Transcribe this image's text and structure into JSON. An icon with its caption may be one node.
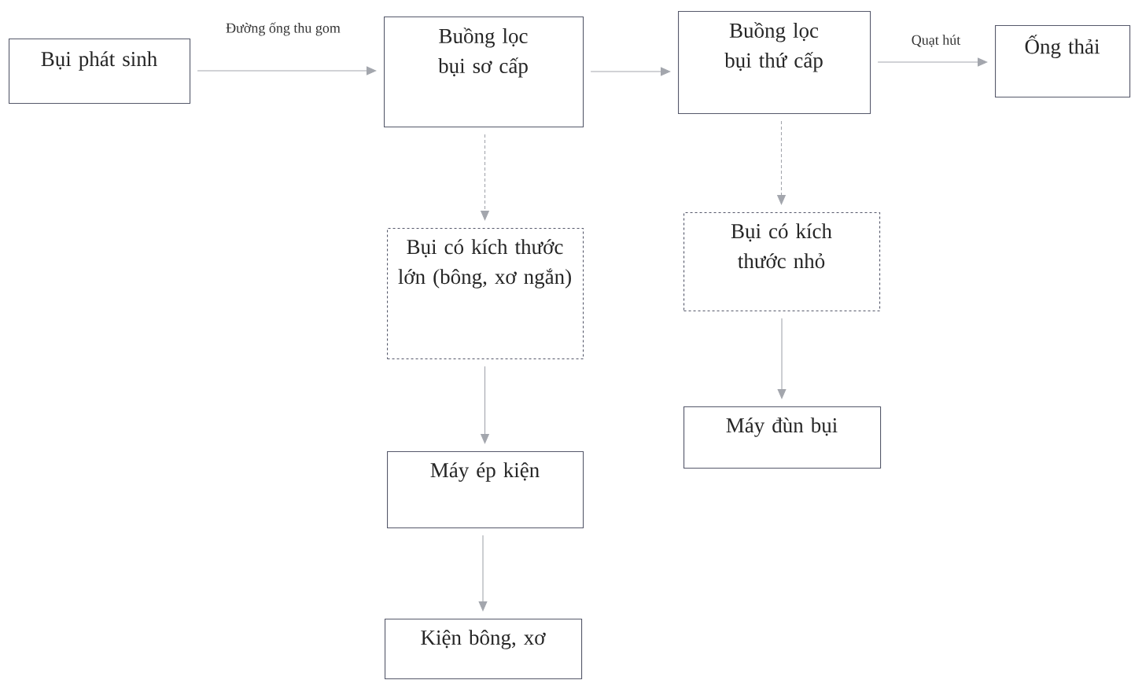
{
  "diagram": {
    "nodes": [
      {
        "text": [
          "Bụi phát sinh"
        ]
      },
      {
        "text": [
          "Buồng lọc bụi sơ cấp"
        ]
      },
      {
        "text": [
          "Buồng lọc bụi thứ cấp"
        ]
      },
      {
        "text": [
          "Ống thải"
        ]
      },
      {
        "text": [
          "Bụi có kích thước lớn (bông, xơ ngắn)"
        ]
      },
      {
        "text": [
          "Bụi có kích thước nhỏ"
        ]
      },
      {
        "text": [
          "Máy ép kiện"
        ]
      },
      {
        "text": [
          "Máy đùn bụi"
        ]
      },
      {
        "text": [
          "Kiện bông, xơ"
        ]
      }
    ],
    "edges": [
      {
        "from": 0,
        "to": 1,
        "arrow": "to",
        "label": "Đường ống thu gom"
      },
      {
        "from": 1,
        "to": 2,
        "arrow": "to"
      },
      {
        "from": 2,
        "to": 3,
        "arrow": "to",
        "label": "Quạt hút"
      },
      {
        "from": 1,
        "to": 4,
        "arrow": "to",
        "style": "dashed"
      },
      {
        "from": 2,
        "to": 5,
        "arrow": "to",
        "style": "dashed"
      },
      {
        "from": 4,
        "to": 6,
        "arrow": "to"
      },
      {
        "from": 5,
        "to": 7,
        "arrow": "to"
      },
      {
        "from": 6,
        "to": 8,
        "arrow": "to"
      }
    ]
  }
}
